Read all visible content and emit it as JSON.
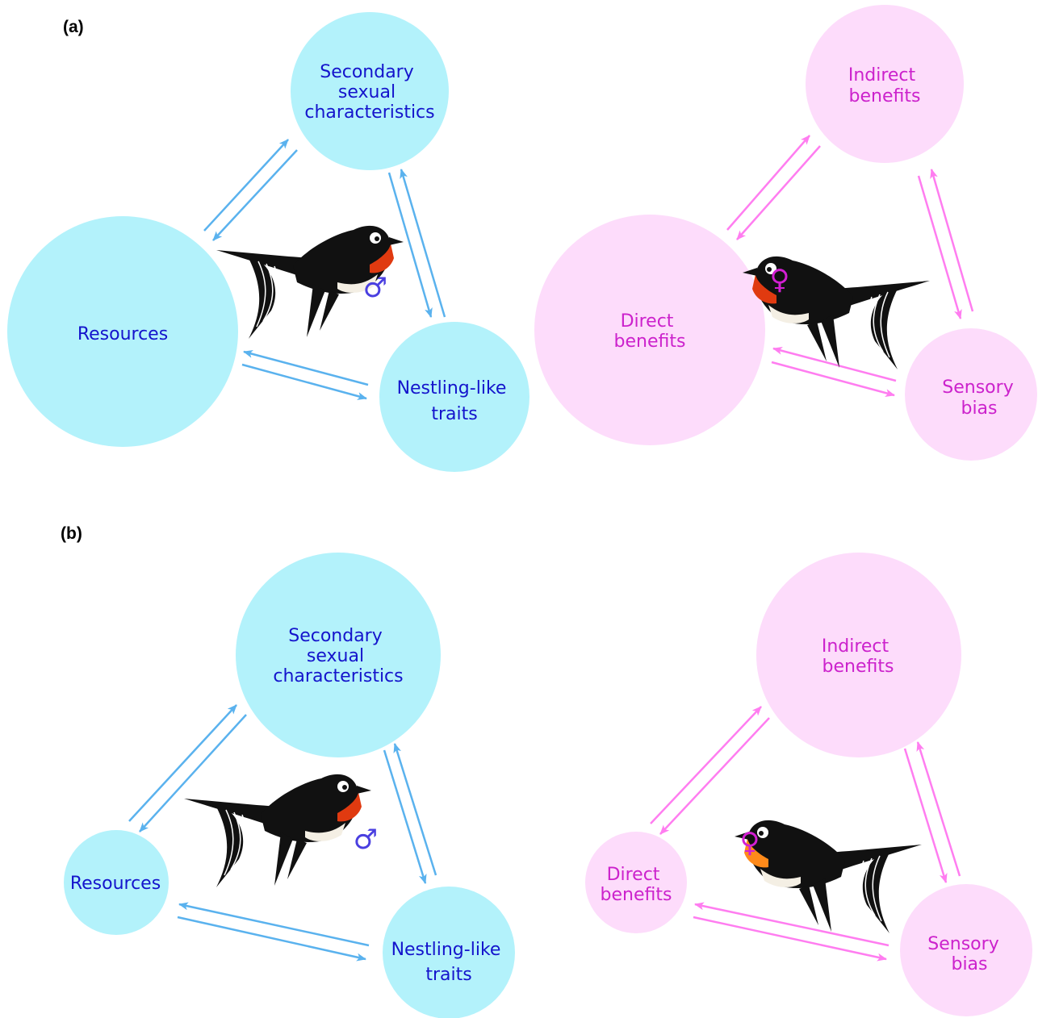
{
  "colors": {
    "male_fill": "#b3f2fb",
    "male_text": "#1414cc",
    "male_arrow": "#5ab2ee",
    "female_fill": "#fddcfb",
    "female_text": "#cc22cc",
    "female_arrow": "#ff7df0",
    "male_symbol": "#4a3fe0",
    "female_symbol": "#d21fd2",
    "throat_male": "#e03a10",
    "throat_female": "#ff8a1a"
  },
  "panels": [
    {
      "label": "(a)",
      "male": {
        "nodes": {
          "secondary": [
            "Secondary",
            "sexual",
            "characteristics"
          ],
          "resources": [
            "Resources"
          ],
          "nestling": [
            "Nestling-like",
            "traits"
          ]
        },
        "symbol": "♂"
      },
      "female": {
        "nodes": {
          "indirect": [
            "Indirect",
            "benefits"
          ],
          "direct": [
            "Direct",
            "benefits"
          ],
          "sensory": [
            "Sensory",
            "bias"
          ]
        },
        "symbol": "♀"
      }
    },
    {
      "label": "(b)",
      "male": {
        "nodes": {
          "secondary": [
            "Secondary",
            "sexual",
            "characteristics"
          ],
          "resources": [
            "Resources"
          ],
          "nestling": [
            "Nestling-like",
            "traits"
          ]
        },
        "symbol": "♂"
      },
      "female": {
        "nodes": {
          "indirect": [
            "Indirect",
            "benefits"
          ],
          "direct": [
            "Direct",
            "benefits"
          ],
          "sensory": [
            "Sensory",
            "bias"
          ]
        },
        "symbol": "♀"
      }
    }
  ]
}
